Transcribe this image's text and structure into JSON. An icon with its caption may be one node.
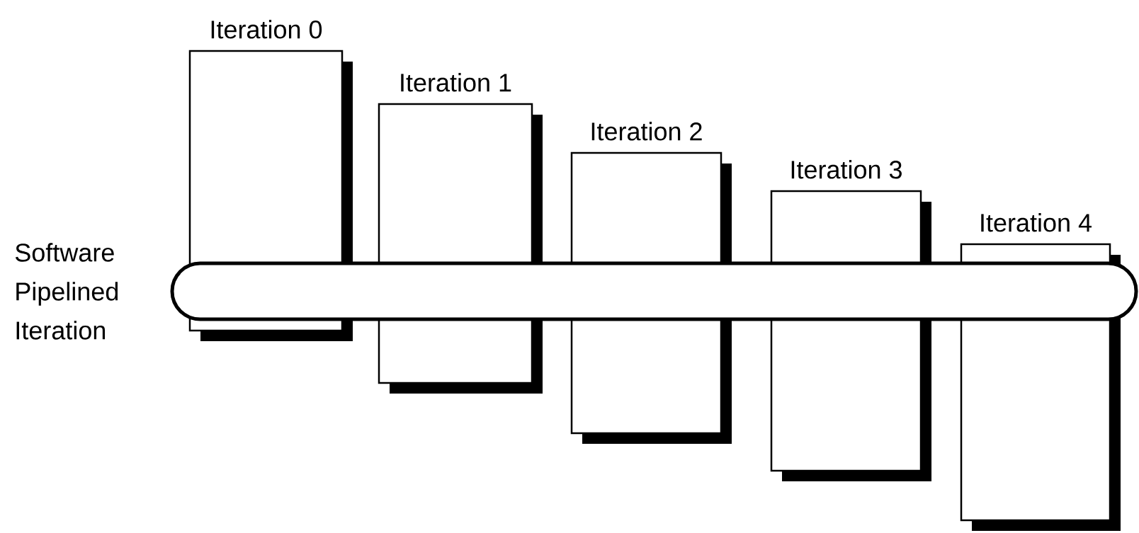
{
  "diagram": {
    "nodes": [
      {
        "text": [
          "Iteration 0"
        ]
      },
      {
        "text": [
          "Iteration 1"
        ]
      },
      {
        "text": [
          "Iteration 2"
        ]
      },
      {
        "text": [
          "Iteration 3"
        ]
      },
      {
        "text": [
          "Iteration 4"
        ]
      },
      {
        "text": [],
        "shape": "band",
        "beside": [
          "Software Pipelined Iteration"
        ]
      }
    ]
  }
}
